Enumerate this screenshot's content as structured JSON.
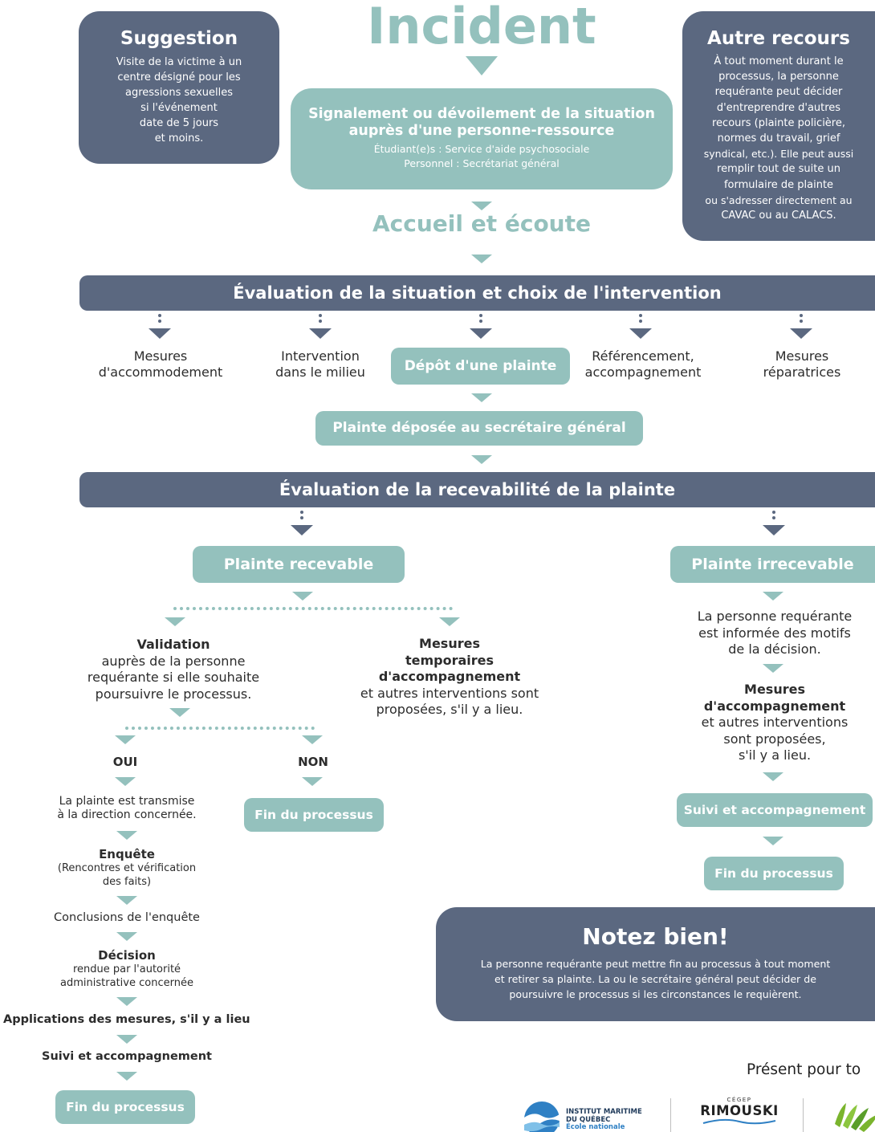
{
  "suggestion": {
    "title": "Suggestion",
    "text": [
      "Visite de la victime à un",
      "centre désigné pour les",
      "agressions sexuelles",
      "si l'événement",
      "date de 5 jours",
      "et moins."
    ]
  },
  "incident": {
    "title": "Incident"
  },
  "autre_recours": {
    "title": "Autre recours",
    "text": [
      "À tout moment durant le",
      "processus, la personne",
      "requérante peut décider",
      "d'entreprendre d'autres",
      "recours (plainte policière,",
      "normes du travail, grief",
      "syndical, etc.). Elle peut aussi",
      "remplir tout de suite un",
      "formulaire de plainte",
      "ou s'adresser directement au",
      "CAVAC ou au CALACS."
    ]
  },
  "signalement": {
    "line1": "Signalement ou  dévoilement de la situation",
    "line2": "auprès d'une personne-ressource",
    "line3": "Étudiant(e)s : Service d'aide psychosociale",
    "line4": "Personnel : Secrétariat général"
  },
  "accueil": {
    "title": "Accueil et écoute"
  },
  "evaluation_situation": {
    "title": "Évaluation de la situation et choix de l'intervention"
  },
  "options": {
    "mesures_accommodement": [
      "Mesures",
      "d'accommodement"
    ],
    "intervention_milieu": [
      "Intervention",
      "dans le milieu"
    ],
    "depot_plainte": "Dépôt d'une plainte",
    "referencement": [
      "Référencement,",
      "accompagnement"
    ],
    "mesures_reparatrices": [
      "Mesures",
      "réparatrices"
    ]
  },
  "plainte_deposee": "Plainte déposée au secrétaire général",
  "evaluation_recevabilite": {
    "title": "Évaluation de la recevabilité de la plainte"
  },
  "plainte_recevable": "Plainte recevable",
  "plainte_irrecevable": "Plainte irrecevable",
  "validation": {
    "title": "Validation",
    "text": [
      "auprès de la personne",
      "requérante si elle souhaite",
      "poursuivre le processus."
    ]
  },
  "mesures_temporaires": {
    "title": [
      "Mesures",
      "temporaires",
      "d'accompagnement"
    ],
    "text": [
      "et autres interventions sont",
      "proposées, s'il y a lieu."
    ]
  },
  "oui": "OUI",
  "non": "NON",
  "fin_non": "Fin du processus",
  "left_chain": {
    "transmise": [
      "La plainte est transmise",
      "à la direction concernée."
    ],
    "enquete_title": "Enquête",
    "enquete_text": [
      "(Rencontres et vérification",
      "des faits)"
    ],
    "conclusions": "Conclusions de l'enquête",
    "decision_title": "Décision",
    "decision_text": [
      "rendue par l'autorité",
      "administrative concernée"
    ],
    "applications": "Applications des mesures, s'il y a lieu",
    "suivi": "Suivi et accompagnement",
    "fin": "Fin du processus"
  },
  "right_chain": {
    "informee": [
      "La personne requérante",
      "est informée des motifs",
      "de la décision."
    ],
    "mesures_title": [
      "Mesures",
      "d'accompagnement"
    ],
    "mesures_text": [
      "et autres interventions",
      "sont proposées,",
      "s'il y a lieu."
    ],
    "suivi": "Suivi et accompagnement",
    "fin": "Fin du processus"
  },
  "notez_bien": {
    "title": "Notez bien!",
    "text": [
      "La personne requérante peut mettre fin au processus à tout moment",
      "et retirer sa plainte. La ou le secrétaire général peut décider de",
      "poursuivre le processus si les circonstances le requièrent."
    ]
  },
  "footer": {
    "present": "Présent pour to",
    "logo_imq": [
      "INSTITUT MARITIME",
      "DU QUÉBEC",
      "École nationale"
    ],
    "logo_cegep_small": "CÉGEP",
    "logo_rimouski": "RIMOUSKI"
  },
  "colors": {
    "navy": "#5b6880",
    "teal": "#94c1bd"
  }
}
